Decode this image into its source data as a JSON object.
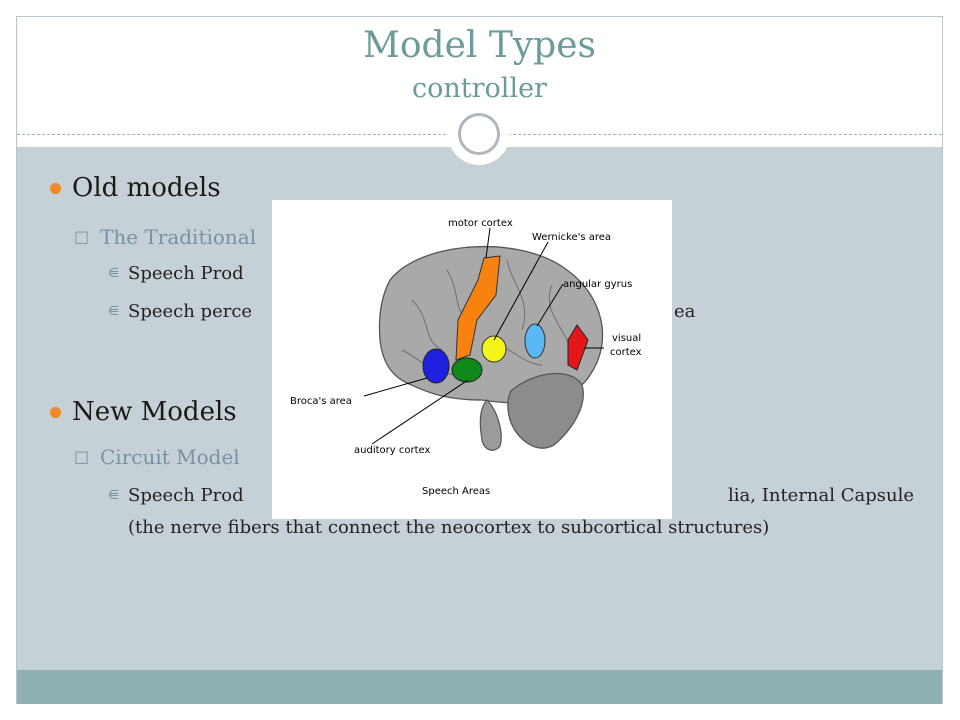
{
  "slide": {
    "title": "Model Types",
    "subtitle": "controller"
  },
  "content": {
    "old": {
      "heading": "Old models",
      "sub": "The Traditional",
      "items": [
        "Speech Prod",
        "Speech perce",
        "ea"
      ]
    },
    "new": {
      "heading": "New Models",
      "sub": "Circuit Model",
      "item_line1_left": "Speech Prod",
      "item_line1_right": "lia, Internal Capsule",
      "item_rest": "(the nerve fibers that connect the neocortex to subcortical structures)"
    }
  },
  "figure": {
    "caption": "Speech Areas",
    "labels": {
      "motor": "motor cortex",
      "wernicke": "Wernicke's area",
      "angular": "angular gyrus",
      "visual1": "visual",
      "visual2": "cortex",
      "broca": "Broca's area",
      "auditory": "auditory cortex"
    }
  },
  "colors": {
    "accent": "#6c9b9a",
    "panel": "#c5d1d6",
    "footer": "#8fb0b0",
    "bullet": "#f08a24"
  }
}
